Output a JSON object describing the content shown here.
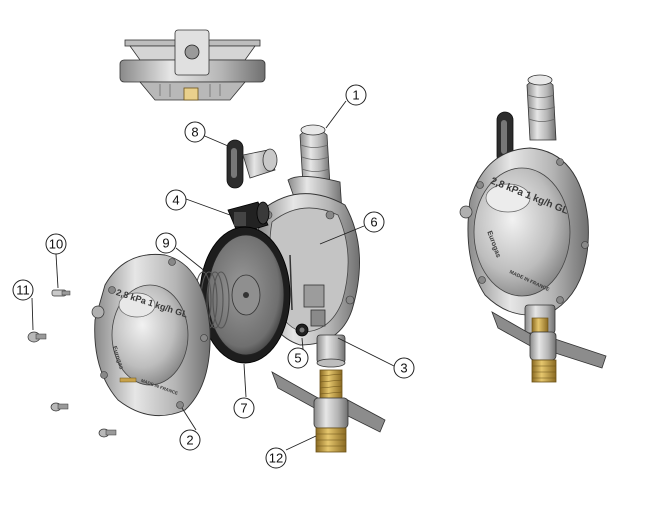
{
  "diagram": {
    "part_numbers": [
      "1",
      "2",
      "3",
      "4",
      "5",
      "6",
      "7",
      "8",
      "9",
      "10",
      "11",
      "12"
    ],
    "embossing": {
      "rating": "2,8 kPa 1 kg/h GL",
      "brand": "Eurogas",
      "origin": "MADE IN FRANCE"
    }
  },
  "colors": {
    "body_light": "#d8d8d8",
    "body_mid": "#a9a9a9",
    "body_dark": "#6b6b6b",
    "brass": "#c8a24a",
    "brass_dark": "#8a6a22",
    "gasket": "#1e1e1e",
    "line": "#222222"
  }
}
